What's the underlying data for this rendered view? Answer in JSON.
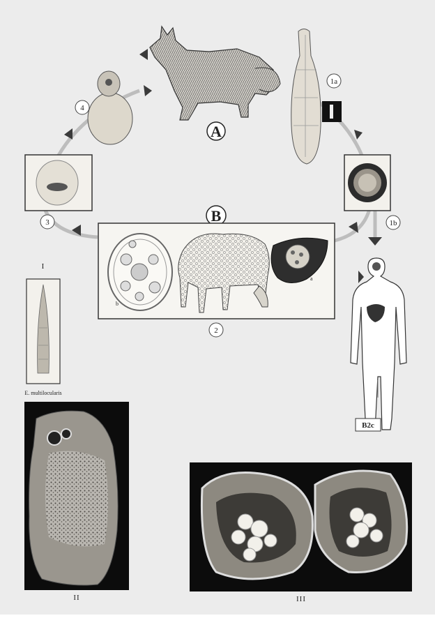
{
  "labels": {
    "host_definitive": "A",
    "host_intermediate": "B",
    "stage_adult": "1a",
    "stage_egg": "1b",
    "stage_cyst": "2",
    "stage_scolex": "3",
    "stage_protoscolex": "4",
    "human_stage": "B2c",
    "cyst_wall_mark": "b",
    "liver_mark": "a",
    "panel_one": "I",
    "panel_one_caption": "E. multilocularis",
    "panel_two": "II",
    "panel_three": "III"
  },
  "colors": {
    "cycle_ring": "#bdbdbd",
    "arrow": "#3a3a3a",
    "photo_bg": "#0c0c0c",
    "paper": "#ececec"
  },
  "icons": [
    "dog-icon",
    "sheep-icon",
    "human-silhouette-icon",
    "tapeworm-icon",
    "egg-icon",
    "liver-icon",
    "cyst-icon"
  ]
}
